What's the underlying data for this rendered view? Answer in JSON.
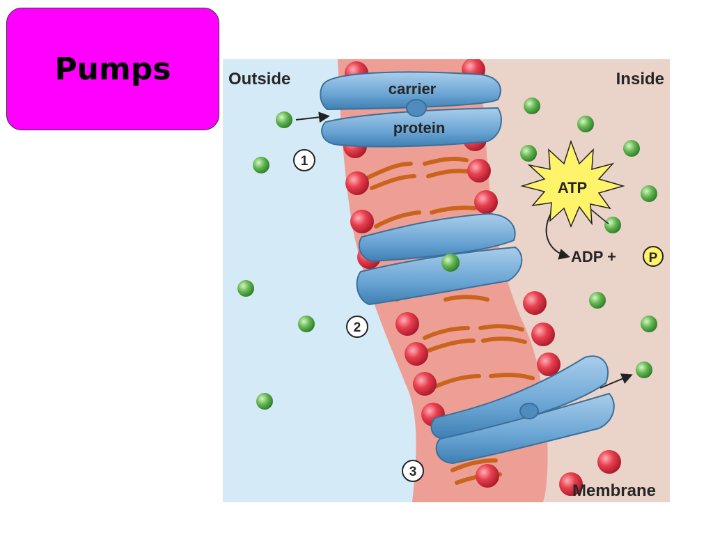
{
  "slide": {
    "title": "Pumps"
  },
  "diagram": {
    "outside_label": "Outside",
    "inside_label": "Inside",
    "carrier_label_line1": "carrier",
    "carrier_label_line2": "protein",
    "atp_label": "ATP",
    "adp_label": "ADP +",
    "phosphate_label": "P",
    "membrane_label": "Membrane",
    "step_labels": [
      "1",
      "2",
      "3"
    ],
    "colors": {
      "outside_bg": "#d4ebf7",
      "inside_bg": "#ead3c8",
      "membrane": "#ee9f95",
      "lipid_head": "#e8404f",
      "lipid_tail": "#c8641c",
      "protein": "#6aa5d4",
      "solute": "#4eaa4a",
      "atp_burst": "#fff36a",
      "title_box": "#ff00ff"
    }
  }
}
